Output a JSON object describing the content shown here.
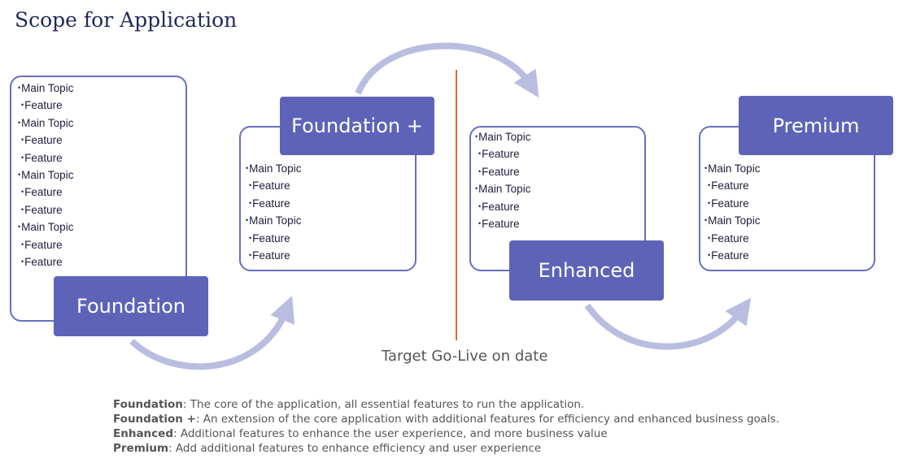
{
  "title": "Scope for Application",
  "stages": [
    {
      "label": "Foundation",
      "items": [
        {
          "text": "Main Topic",
          "level": 0
        },
        {
          "text": "Feature",
          "level": 1
        },
        {
          "text": "Main Topic",
          "level": 0
        },
        {
          "text": "Feature",
          "level": 1
        },
        {
          "text": "Feature",
          "level": 1
        },
        {
          "text": "Main Topic",
          "level": 0
        },
        {
          "text": "Feature",
          "level": 1
        },
        {
          "text": "Feature",
          "level": 1
        },
        {
          "text": "Main Topic",
          "level": 0
        },
        {
          "text": "Feature",
          "level": 1
        },
        {
          "text": "Feature",
          "level": 1
        }
      ]
    },
    {
      "label": "Foundation +",
      "items": [
        {
          "text": "Main Topic",
          "level": 0
        },
        {
          "text": "Feature",
          "level": 1
        },
        {
          "text": "Feature",
          "level": 1
        },
        {
          "text": "Main Topic",
          "level": 0
        },
        {
          "text": "Feature",
          "level": 1
        },
        {
          "text": "Feature",
          "level": 1
        }
      ]
    },
    {
      "label": "Enhanced",
      "items": [
        {
          "text": "Main Topic",
          "level": 0
        },
        {
          "text": "Feature",
          "level": 1
        },
        {
          "text": "Feature",
          "level": 1
        },
        {
          "text": "Main Topic",
          "level": 0
        },
        {
          "text": "Feature",
          "level": 1
        },
        {
          "text": "Feature",
          "level": 1
        }
      ]
    },
    {
      "label": "Premium",
      "items": [
        {
          "text": "Main Topic",
          "level": 0
        },
        {
          "text": "Feature",
          "level": 1
        },
        {
          "text": "Feature",
          "level": 1
        },
        {
          "text": "Main Topic",
          "level": 0
        },
        {
          "text": "Feature",
          "level": 1
        },
        {
          "text": "Feature",
          "level": 1
        }
      ]
    }
  ],
  "golive": "Target Go-Live on date",
  "legend": [
    {
      "term": "Foundation",
      "desc": ": The core of the application, all essential features to run the application."
    },
    {
      "term": "Foundation +",
      "desc": ": An extension of the core application with additional features for efficiency and enhanced business goals."
    },
    {
      "term": "Enhanced",
      "desc": ": Additional features to enhance the user experience, and more business value"
    },
    {
      "term": "Premium",
      "desc": ": Add additional features to enhance efficiency and user experience"
    }
  ],
  "colors": {
    "label_fill": "#5d64b8",
    "box_border": "#6670c0",
    "arrow": "#b9bde0",
    "divider": "#e0672a",
    "title": "#1f2a5a"
  }
}
